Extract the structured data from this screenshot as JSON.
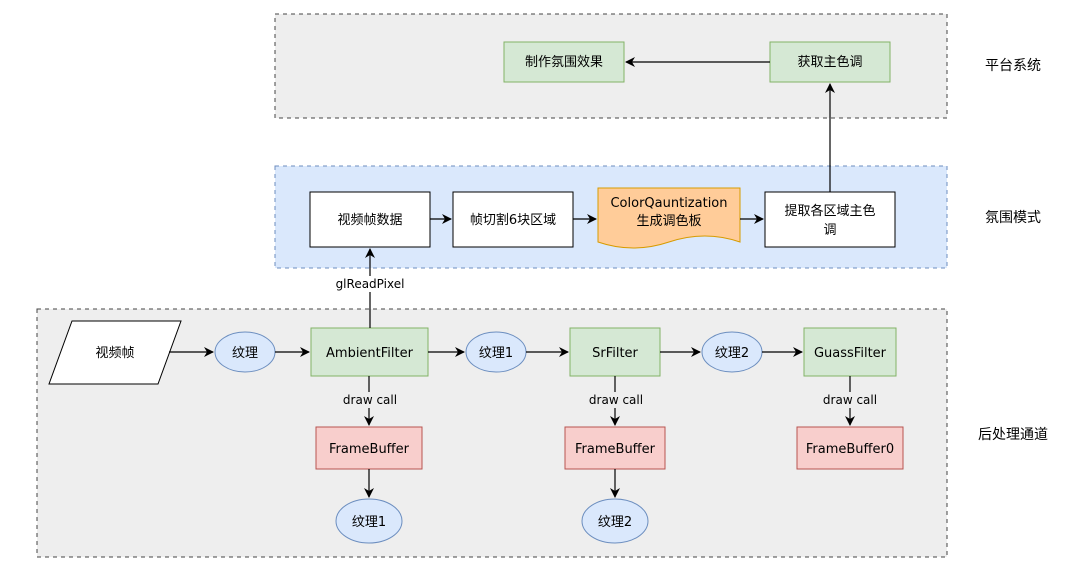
{
  "colors": {
    "gray_region_fill": "#eeeeee",
    "gray_region_stroke": "#444444",
    "blue_region_fill": "#dae8fc",
    "blue_region_stroke": "#6c8ebf",
    "green_fill": "#d5e8d4",
    "green_stroke": "#82b366",
    "red_fill": "#f8cecc",
    "red_stroke": "#b85450",
    "ellipse_fill": "#dae8fc",
    "ellipse_stroke": "#6c8ebf",
    "orange_fill": "#ffcc99",
    "orange_stroke": "#d79b00",
    "white_fill": "#ffffff",
    "black": "#000000"
  },
  "sections": {
    "platform": "平台系统",
    "ambient": "氛围模式",
    "postprocess": "后处理通道"
  },
  "platform": {
    "make_effect": "制作氛围效果",
    "get_main_tone": "获取主色调"
  },
  "ambient_mode": {
    "video_frame_data": "视频帧数据",
    "split_regions": "帧切割6块区域",
    "color_quant_line1": "ColorQauntization",
    "color_quant_line2": "生成调色板",
    "extract_line1": "提取各区域主色",
    "extract_line2": "调"
  },
  "pipeline": {
    "video_frame": "视频帧",
    "texture": "纹理",
    "ambient_filter": "AmbientFilter",
    "texture1": "纹理1",
    "sr_filter": "SrFilter",
    "texture2": "纹理2",
    "guass_filter": "GuassFilter",
    "framebuffer_a": "FrameBuffer",
    "framebuffer_b": "FrameBuffer",
    "framebuffer_0": "FrameBuffer0",
    "out_texture1": "纹理1",
    "out_texture2": "纹理2"
  },
  "edges": {
    "gl_read_pixel": "glReadPixel",
    "draw_call_a": "draw call",
    "draw_call_b": "draw call",
    "draw_call_c": "draw call"
  }
}
